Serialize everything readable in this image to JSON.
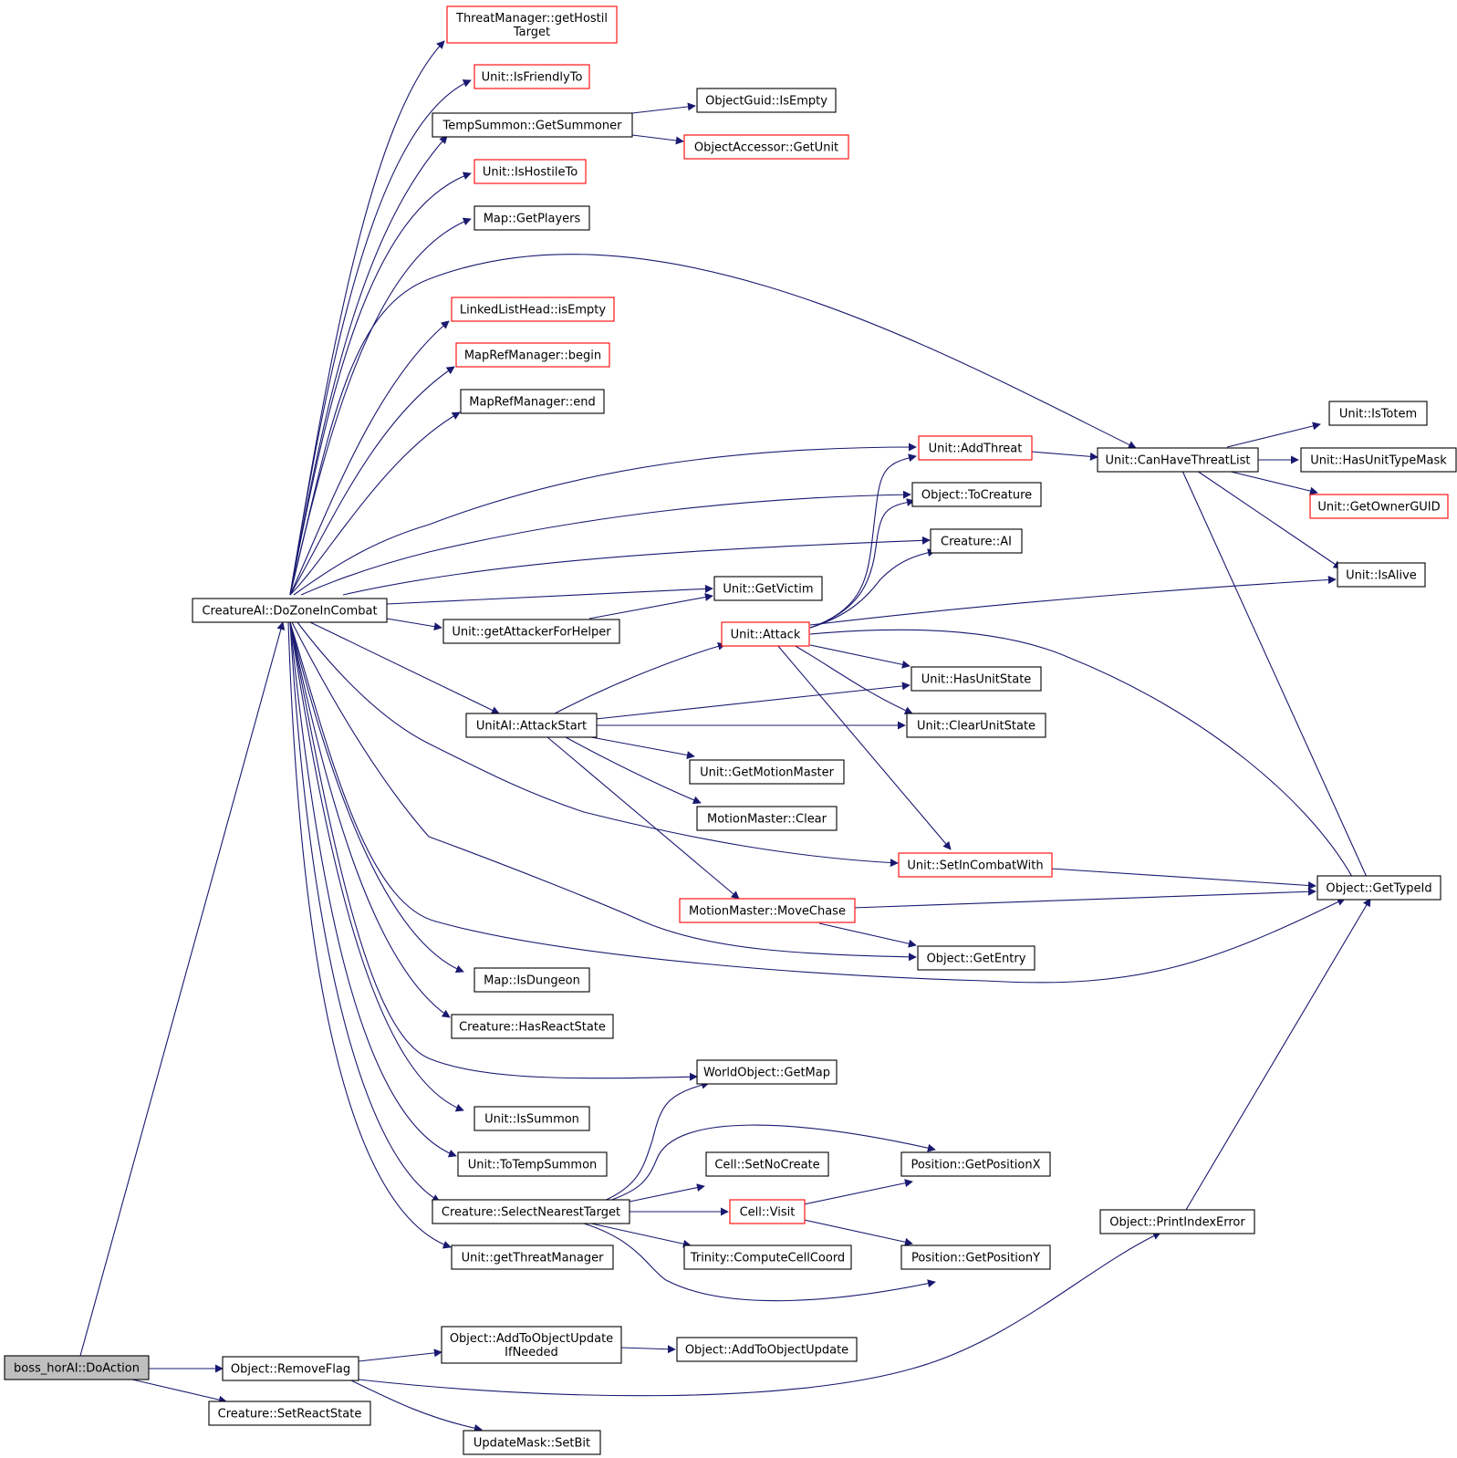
{
  "colors": {
    "edge": "#191970",
    "node_border": "#000000",
    "node_border_truncated": "#ff0000",
    "node_fill": "#ffffff",
    "root_fill": "#bfbfbf"
  },
  "nodes": [
    {
      "id": "root",
      "lines": [
        "boss_horAI::DoAction"
      ],
      "style": "root"
    },
    {
      "id": "dozone",
      "lines": [
        "CreatureAI::DoZoneInCombat"
      ],
      "style": "normal"
    },
    {
      "id": "removeflag",
      "lines": [
        "Object::RemoveFlag"
      ],
      "style": "normal"
    },
    {
      "id": "setreactstate",
      "lines": [
        "Creature::SetReactState"
      ],
      "style": "normal"
    },
    {
      "id": "threatmgr_hostil",
      "lines": [
        "ThreatManager::getHostil",
        "Target"
      ],
      "style": "truncated"
    },
    {
      "id": "isfriendly",
      "lines": [
        "Unit::IsFriendlyTo"
      ],
      "style": "truncated"
    },
    {
      "id": "getsummoner",
      "lines": [
        "TempSummon::GetSummoner"
      ],
      "style": "normal"
    },
    {
      "id": "ishostile",
      "lines": [
        "Unit::IsHostileTo"
      ],
      "style": "truncated"
    },
    {
      "id": "getplayers",
      "lines": [
        "Map::GetPlayers"
      ],
      "style": "normal"
    },
    {
      "id": "llh_isempty",
      "lines": [
        "LinkedListHead::isEmpty"
      ],
      "style": "truncated"
    },
    {
      "id": "mrm_begin",
      "lines": [
        "MapRefManager::begin"
      ],
      "style": "truncated"
    },
    {
      "id": "mrm_end",
      "lines": [
        "MapRefManager::end"
      ],
      "style": "normal"
    },
    {
      "id": "getattackerhelper",
      "lines": [
        "Unit::getAttackerForHelper"
      ],
      "style": "normal"
    },
    {
      "id": "attackstart",
      "lines": [
        "UnitAI::AttackStart"
      ],
      "style": "normal"
    },
    {
      "id": "isdungeon",
      "lines": [
        "Map::IsDungeon"
      ],
      "style": "normal"
    },
    {
      "id": "hasreactstate",
      "lines": [
        "Creature::HasReactState"
      ],
      "style": "normal"
    },
    {
      "id": "issummon",
      "lines": [
        "Unit::IsSummon"
      ],
      "style": "normal"
    },
    {
      "id": "totempsummon",
      "lines": [
        "Unit::ToTempSummon"
      ],
      "style": "normal"
    },
    {
      "id": "selectnearest",
      "lines": [
        "Creature::SelectNearestTarget"
      ],
      "style": "normal"
    },
    {
      "id": "getthreatmgr",
      "lines": [
        "Unit::getThreatManager"
      ],
      "style": "normal"
    },
    {
      "id": "addtoobjupdifneeded",
      "lines": [
        "Object::AddToObjectUpdate",
        "IfNeeded"
      ],
      "style": "normal"
    },
    {
      "id": "guid_isempty",
      "lines": [
        "ObjectGuid::IsEmpty"
      ],
      "style": "normal"
    },
    {
      "id": "oa_getunit",
      "lines": [
        "ObjectAccessor::GetUnit"
      ],
      "style": "truncated"
    },
    {
      "id": "getvictim",
      "lines": [
        "Unit::GetVictim"
      ],
      "style": "normal"
    },
    {
      "id": "unit_attack",
      "lines": [
        "Unit::Attack"
      ],
      "style": "truncated"
    },
    {
      "id": "getmotionmaster",
      "lines": [
        "Unit::GetMotionMaster"
      ],
      "style": "normal"
    },
    {
      "id": "mm_clear",
      "lines": [
        "MotionMaster::Clear"
      ],
      "style": "normal"
    },
    {
      "id": "movechase",
      "lines": [
        "MotionMaster::MoveChase"
      ],
      "style": "truncated"
    },
    {
      "id": "wo_getmap",
      "lines": [
        "WorldObject::GetMap"
      ],
      "style": "normal"
    },
    {
      "id": "cell_setnocreate",
      "lines": [
        "Cell::SetNoCreate"
      ],
      "style": "normal"
    },
    {
      "id": "cell_visit",
      "lines": [
        "Cell::Visit"
      ],
      "style": "truncated"
    },
    {
      "id": "computecell",
      "lines": [
        "Trinity::ComputeCellCoord"
      ],
      "style": "normal"
    },
    {
      "id": "addtoobjupdate",
      "lines": [
        "Object::AddToObjectUpdate"
      ],
      "style": "normal"
    },
    {
      "id": "updatemask_setbit",
      "lines": [
        "UpdateMask::SetBit"
      ],
      "style": "normal"
    },
    {
      "id": "addthreat",
      "lines": [
        "Unit::AddThreat"
      ],
      "style": "truncated"
    },
    {
      "id": "tocreature",
      "lines": [
        "Object::ToCreature"
      ],
      "style": "normal"
    },
    {
      "id": "creature_ai",
      "lines": [
        "Creature::AI"
      ],
      "style": "normal"
    },
    {
      "id": "hasunitstate",
      "lines": [
        "Unit::HasUnitState"
      ],
      "style": "normal"
    },
    {
      "id": "clearunitstate",
      "lines": [
        "Unit::ClearUnitState"
      ],
      "style": "normal"
    },
    {
      "id": "setincombatwith",
      "lines": [
        "Unit::SetInCombatWith"
      ],
      "style": "truncated"
    },
    {
      "id": "getentry",
      "lines": [
        "Object::GetEntry"
      ],
      "style": "normal"
    },
    {
      "id": "getpositionx",
      "lines": [
        "Position::GetPositionX"
      ],
      "style": "normal"
    },
    {
      "id": "getpositiony",
      "lines": [
        "Position::GetPositionY"
      ],
      "style": "normal"
    },
    {
      "id": "canhavethreatlist",
      "lines": [
        "Unit::CanHaveThreatList"
      ],
      "style": "normal"
    },
    {
      "id": "printindexerror",
      "lines": [
        "Object::PrintIndexError"
      ],
      "style": "normal"
    },
    {
      "id": "istotem",
      "lines": [
        "Unit::IsTotem"
      ],
      "style": "normal"
    },
    {
      "id": "hasunittypemask",
      "lines": [
        "Unit::HasUnitTypeMask"
      ],
      "style": "normal"
    },
    {
      "id": "getownerguid",
      "lines": [
        "Unit::GetOwnerGUID"
      ],
      "style": "truncated"
    },
    {
      "id": "isalive",
      "lines": [
        "Unit::IsAlive"
      ],
      "style": "normal"
    },
    {
      "id": "gettypeid",
      "lines": [
        "Object::GetTypeId"
      ],
      "style": "normal"
    }
  ]
}
